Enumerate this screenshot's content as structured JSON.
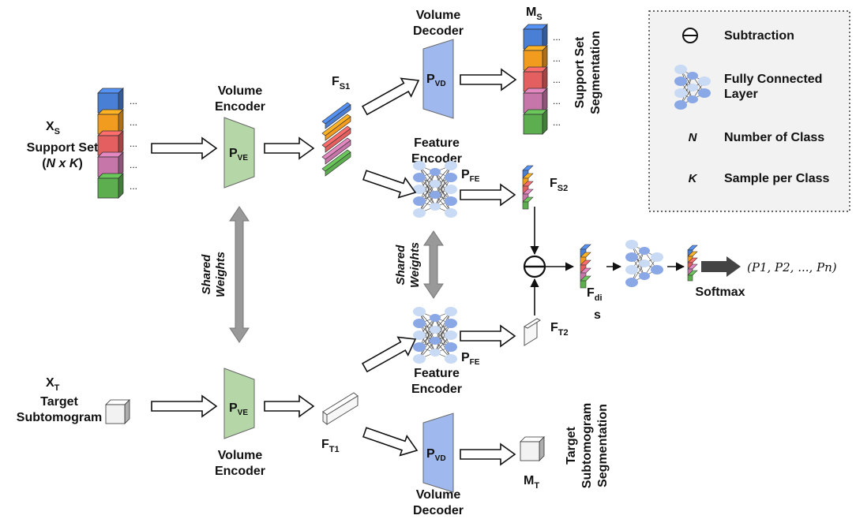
{
  "input_support": {
    "symbol": "X",
    "subscript": "S",
    "title": "Support Set",
    "size_n": "N",
    "size_x": "x",
    "size_k": "K"
  },
  "input_target": {
    "symbol": "X",
    "subscript": "T",
    "line1": "Target",
    "line2": "Subtomogram"
  },
  "volume_encoder_label": {
    "line1": "Volume",
    "line2": "Encoder"
  },
  "volume_decoder_label": {
    "line1": "Volume",
    "line2": "Decoder"
  },
  "feature_encoder_label": {
    "line1": "Feature",
    "line2": "Encoder"
  },
  "blocks": {
    "p_ve": {
      "main": "P",
      "sub": "VE"
    },
    "p_vd": {
      "main": "P",
      "sub": "VD"
    },
    "p_fe": {
      "main": "P",
      "sub": "FE"
    }
  },
  "shared_weights": {
    "line1": "Shared",
    "line2": "Weights"
  },
  "features": {
    "fs1": {
      "main": "F",
      "sub": "S1"
    },
    "ft1": {
      "main": "F",
      "sub": "T1"
    },
    "fs2": {
      "main": "F",
      "sub": "S2"
    },
    "ft2": {
      "main": "F",
      "sub": "T2"
    },
    "fdis": {
      "main": "F",
      "sub1": "di",
      "sub2": "s"
    }
  },
  "outputs": {
    "ms": {
      "main": "M",
      "sub": "S"
    },
    "mt": {
      "main": "M",
      "sub": "T"
    },
    "support_seg": {
      "line1": "Support Set",
      "line2": "Segmentation"
    },
    "target_seg": {
      "line1": "Target",
      "line2": "Subtomogram",
      "line3": "Segmentation"
    },
    "softmax": "Softmax",
    "probabilities": "(P1, P2, ..., Pn)"
  },
  "ellipsis": "...",
  "legend": {
    "subtraction": "Subtraction",
    "fc_line1": "Fully Connected",
    "fc_line2": "Layer",
    "n_symbol": "N",
    "n_text": "Number of Class",
    "k_symbol": "K",
    "k_text": "Sample per Class"
  },
  "colors": {
    "class_colors": [
      "#4a7fd6",
      "#f29c1f",
      "#e45f5f",
      "#c676a8",
      "#5cae4f"
    ],
    "encoder_green": "#b5d7a8",
    "decoder_blue": "#9fb8ee",
    "node_light": "#c9daf4",
    "node_dark": "#8aa7e6",
    "shared_arrow": "#999999",
    "legend_bg": "#f2f2f2"
  }
}
